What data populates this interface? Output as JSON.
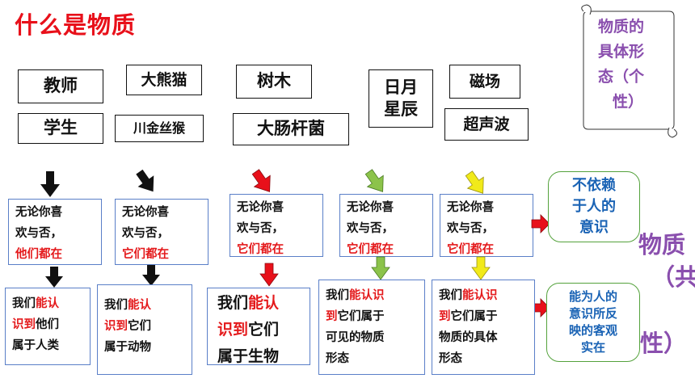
{
  "title": "什么是物质",
  "scroll": {
    "line1": "物质的",
    "line2": "具体形",
    "line3": "态（个",
    "line4": "性）"
  },
  "examples": {
    "teacher": "教师",
    "student": "学生",
    "panda": "大熊猫",
    "monkey": "川金丝猴",
    "tree": "树木",
    "ecoli": "大肠杆菌",
    "sun_moon": "日月",
    "stars": "星辰",
    "magnetic": "磁场",
    "ultrasound": "超声波"
  },
  "row1": {
    "lead1": "无论你喜",
    "lead2": "欢与否，",
    "col1_tail": "他们都在",
    "col2_tail": "它们都在",
    "col3_tail": "它们都在",
    "col4_tail": "它们都在",
    "col5_tail": "它们都在"
  },
  "row2": {
    "we": "我们",
    "can_know": "能认",
    "know_to": "识到",
    "col1_rest_a": "他们",
    "col1_rest_b": "属于人类",
    "col2_rest_a": "它们",
    "col2_rest_b": "属于动物",
    "col3_rest_a": "它们",
    "col3_rest_b": "属于生物",
    "can_know_long": "能认识",
    "to": "到",
    "col4_rest_a": "它们属于",
    "col4_rest_b": "可见的物质",
    "col4_rest_c": "形态",
    "col5_rest_a": "它们属于",
    "col5_rest_b": "物质的具体",
    "col5_rest_c": "形态"
  },
  "summary": {
    "independent_1": "不依赖",
    "independent_2": "于人的",
    "independent_3": "意识",
    "reflect_1": "能为人的",
    "reflect_2": "意识所反",
    "reflect_3": "映的客观",
    "reflect_4": "实在"
  },
  "common": {
    "part1": "物质",
    "part2": "（共",
    "part3": "性）"
  },
  "colors": {
    "title": "#e8101a",
    "highlight": "#e41a1c",
    "summary_text": "#1a63b5",
    "summary_border": "#54a23c",
    "purple": "#8a4fae",
    "box_border": "#5a7fc8",
    "arrow_black": "#111111",
    "arrow_red": "#e8101a",
    "arrow_green": "#8cc34a",
    "arrow_yellow": "#f1ea1a"
  }
}
